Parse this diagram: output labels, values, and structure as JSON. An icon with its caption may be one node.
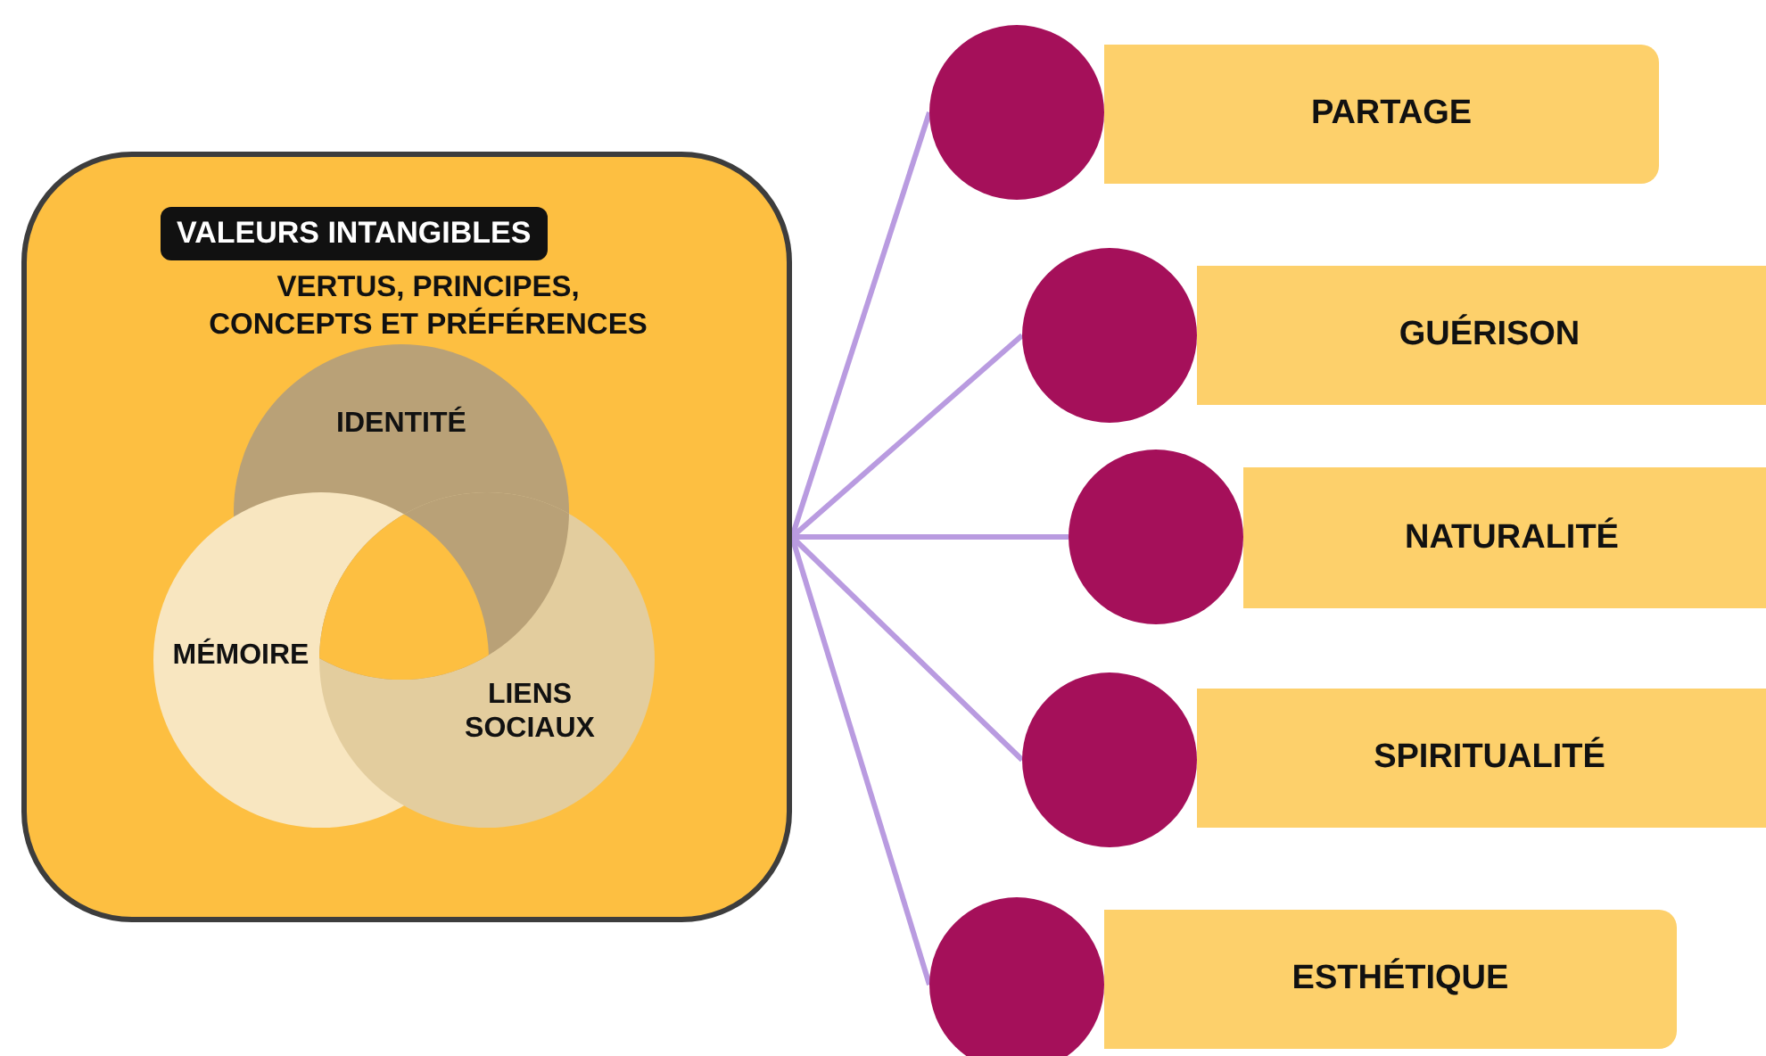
{
  "diagram": {
    "nodes": [
      {
        "text": [
          "VALEURS INTANGIBLES",
          "VERTUS, PRINCIPES, CONCEPTS ET PRÉFÉRENCES"
        ]
      },
      {
        "text": [
          "IDENTITÉ"
        ],
        "in": 0
      },
      {
        "text": [
          "MÉMOIRE"
        ],
        "in": 0
      },
      {
        "text": [
          "LIENS SOCIAUX"
        ],
        "in": 0
      },
      {
        "text": [
          "PARTAGE"
        ]
      },
      {
        "text": [
          "GUÉRISON"
        ]
      },
      {
        "text": [
          "NATURALITÉ"
        ]
      },
      {
        "text": [
          "SPIRITUALITÉ"
        ]
      },
      {
        "text": [
          "ESTHÉTIQUE"
        ]
      },
      {
        "text": [],
        "shape": "circle"
      },
      {
        "text": [],
        "shape": "circle"
      },
      {
        "text": [],
        "shape": "circle"
      },
      {
        "text": [],
        "shape": "circle"
      },
      {
        "text": [],
        "shape": "circle"
      }
    ],
    "edges": [
      {
        "from": 0,
        "to": 9,
        "arrow": "none"
      },
      {
        "from": 0,
        "to": 10,
        "arrow": "none"
      },
      {
        "from": 0,
        "to": 11,
        "arrow": "none"
      },
      {
        "from": 0,
        "to": 12,
        "arrow": "none"
      },
      {
        "from": 0,
        "to": 13,
        "arrow": "none"
      }
    ]
  }
}
